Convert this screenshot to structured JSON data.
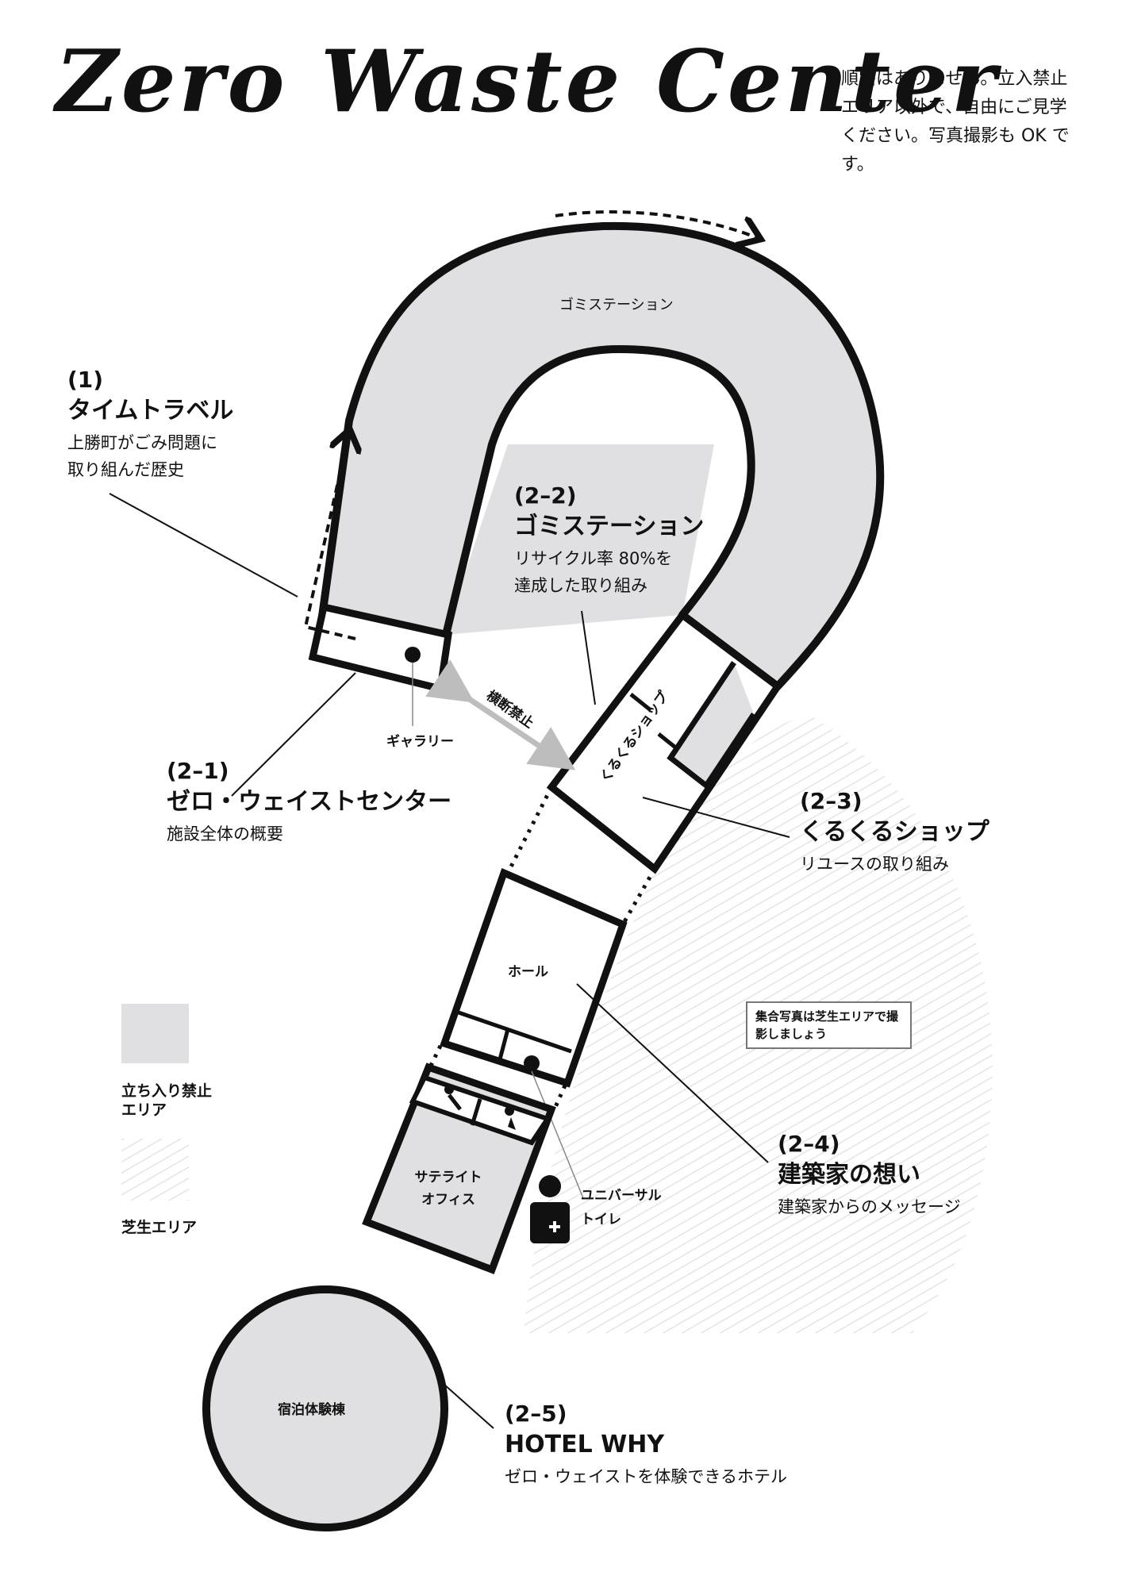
{
  "title": "Zero Waste Center",
  "notice": "順路はありません。立入禁止エリア以外で、自由にご見学ください。写真撮影も OK です。",
  "colors": {
    "restricted": "#e0e0e2",
    "lawn_hatch": "#e6e6e6",
    "line": "#111111",
    "arrow_gray": "#bdbdbd"
  },
  "rooms": {
    "gomi_station": "ゴミステーション",
    "gallery": "ギャラリー",
    "kurukuru_shop": "くるくるショップ",
    "hall": "ホール",
    "satellite_office": "サテライトオフィス",
    "universal_toilet_line1": "ユニバーサル",
    "universal_toilet_line2": "トイレ",
    "lodging": "宿泊体験棟",
    "no_crossing": "横断禁止"
  },
  "photo_note": "集合写真は芝生エリアで撮影しましょう",
  "spots": [
    {
      "num": "(1)",
      "title": "タイムトラベル",
      "desc": [
        "上勝町がごみ問題に",
        "取り組んだ歴史"
      ]
    },
    {
      "num": "(2–2)",
      "title": "ゴミステーション",
      "desc": [
        "リサイクル率 80%を",
        "達成した取り組み"
      ]
    },
    {
      "num": "(2–1)",
      "title": "ゼロ・ウェイストセンター",
      "desc": [
        "施設全体の概要"
      ]
    },
    {
      "num": "(2–3)",
      "title": "くるくるショップ",
      "desc": [
        "リユースの取り組み"
      ]
    },
    {
      "num": "(2–4)",
      "title": "建築家の想い",
      "desc": [
        "建築家からのメッセージ"
      ]
    },
    {
      "num": "(2–5)",
      "title": "HOTEL WHY",
      "desc": [
        "ゼロ・ウェイストを体験できるホテル"
      ]
    }
  ],
  "legend": [
    {
      "label_line1": "立ち入り禁止",
      "label_line2": "エリア",
      "type": "restricted"
    },
    {
      "label_line1": "芝生エリア",
      "label_line2": "",
      "type": "lawn"
    }
  ],
  "icons": [
    "gallery-dot-icon",
    "restroom-male-icon",
    "restroom-female-icon",
    "universal-toilet-icon",
    "route-arrow-icon"
  ]
}
